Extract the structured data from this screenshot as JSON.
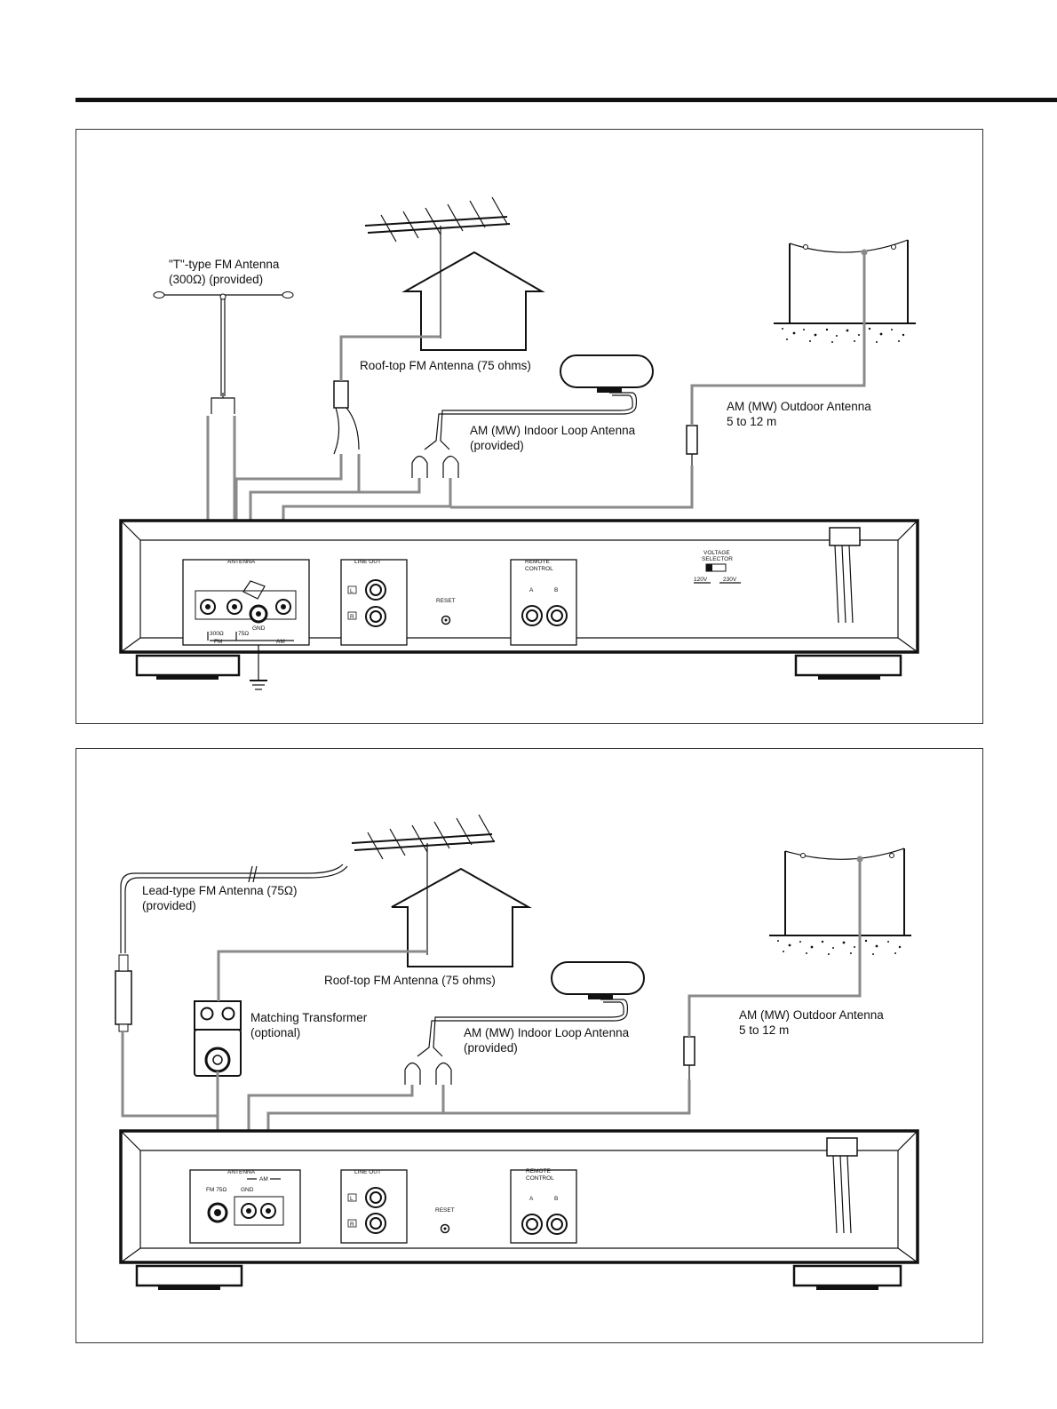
{
  "diagram1": {
    "t_antenna_line1": "\"T\"-type FM Antenna",
    "t_antenna_line2": "(300Ω) (provided)",
    "rooftop_label": "Roof-top FM Antenna (75 ohms)",
    "loop_line1": "AM (MW) Indoor Loop Antenna",
    "loop_line2": "(provided)",
    "outdoor_line1": "AM (MW) Outdoor Antenna",
    "outdoor_line2": "5 to 12 m",
    "panel": {
      "antenna": "ANTENNA",
      "fm300": "300Ω",
      "fm75": "75Ω",
      "fm": "FM",
      "am": "AM",
      "gnd": "GND",
      "line_out": "LINE OUT",
      "l": "L",
      "r": "R",
      "reset": "RESET",
      "remote1": "REMOTE",
      "remote2": "CONTROL",
      "a": "A",
      "b": "B",
      "voltage1": "VOLTAGE",
      "voltage2": "SELECTOR",
      "v120": "120V",
      "v230": "230V"
    }
  },
  "diagram2": {
    "lead_line1": "Lead-type FM Antenna (75Ω)",
    "lead_line2": "(provided)",
    "rooftop_label": "Roof-top FM Antenna (75 ohms)",
    "transformer_line1": "Matching Transformer",
    "transformer_line2": "(optional)",
    "loop_line1": "AM (MW) Indoor Loop Antenna",
    "loop_line2": "(provided)",
    "outdoor_line1": "AM (MW) Outdoor Antenna",
    "outdoor_line2": "5 to 12 m",
    "panel": {
      "antenna": "ANTENNA",
      "am": "AM",
      "fm75": "FM 75Ω",
      "gnd": "GND",
      "line_out": "LINE OUT",
      "l": "L",
      "r": "R",
      "reset": "RESET",
      "remote1": "REMOTE",
      "remote2": "CONTROL",
      "a": "A",
      "b": "B"
    }
  }
}
